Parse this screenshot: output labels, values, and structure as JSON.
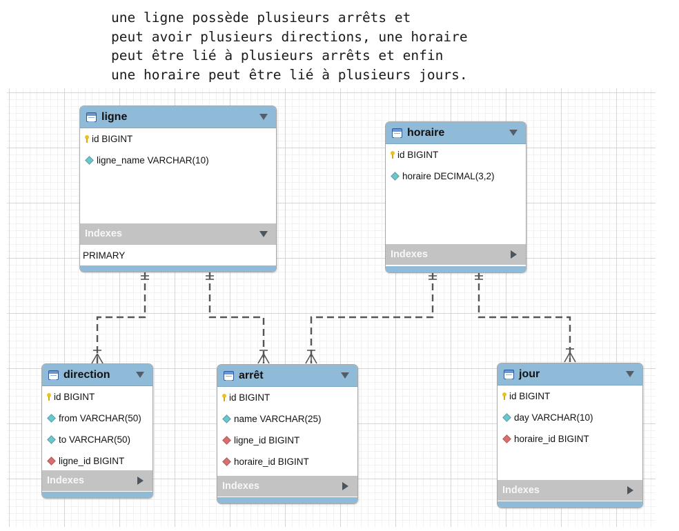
{
  "caption": [
    "une ligne possède plusieurs arrêts et",
    "peut avoir plusieurs directions, une horaire",
    "peut être lié à plusieurs arrêts et enfin",
    "une horaire peut être lié à plusieurs jours."
  ],
  "tables": {
    "ligne": {
      "title": "ligne",
      "columns": [
        {
          "label": "id BIGINT",
          "kind": "primary-key"
        },
        {
          "label": "ligne_name VARCHAR(10)",
          "kind": "attribute"
        }
      ],
      "indexes_label": "Indexes",
      "indexes_expanded": true,
      "indexes": [
        "PRIMARY"
      ]
    },
    "horaire": {
      "title": "horaire",
      "columns": [
        {
          "label": "id BIGINT",
          "kind": "primary-key"
        },
        {
          "label": "horaire DECIMAL(3,2)",
          "kind": "attribute"
        }
      ],
      "indexes_label": "Indexes",
      "indexes_expanded": false
    },
    "direction": {
      "title": "direction",
      "columns": [
        {
          "label": "id BIGINT",
          "kind": "primary-key"
        },
        {
          "label": "from VARCHAR(50)",
          "kind": "attribute"
        },
        {
          "label": "to VARCHAR(50)",
          "kind": "attribute"
        },
        {
          "label": "ligne_id BIGINT",
          "kind": "foreign-key"
        }
      ],
      "indexes_label": "Indexes",
      "indexes_expanded": false
    },
    "arret": {
      "title": "arrêt",
      "columns": [
        {
          "label": "id BIGINT",
          "kind": "primary-key"
        },
        {
          "label": "name VARCHAR(25)",
          "kind": "attribute"
        },
        {
          "label": "ligne_id BIGINT",
          "kind": "foreign-key"
        },
        {
          "label": "horaire_id BIGINT",
          "kind": "foreign-key"
        }
      ],
      "indexes_label": "Indexes",
      "indexes_expanded": false
    },
    "jour": {
      "title": "jour",
      "columns": [
        {
          "label": "id BIGINT",
          "kind": "primary-key"
        },
        {
          "label": "day VARCHAR(10)",
          "kind": "attribute"
        },
        {
          "label": "horaire_id BIGINT",
          "kind": "foreign-key"
        }
      ],
      "indexes_label": "Indexes",
      "indexes_expanded": false
    }
  },
  "relationships": [
    {
      "from": "ligne",
      "to": "direction",
      "cardinality": "one-to-many"
    },
    {
      "from": "ligne",
      "to": "arret",
      "cardinality": "one-to-many"
    },
    {
      "from": "horaire",
      "to": "arret",
      "cardinality": "one-to-many"
    },
    {
      "from": "horaire",
      "to": "jour",
      "cardinality": "one-to-many"
    }
  ],
  "colors": {
    "header": "#8fbad8",
    "indexes_bar": "#c3c3c3",
    "relationship_line": "#555555",
    "attribute_icon": "#6ac6cf",
    "foreign_key_icon": "#d76f6f",
    "primary_key_icon": "#e8c420"
  }
}
